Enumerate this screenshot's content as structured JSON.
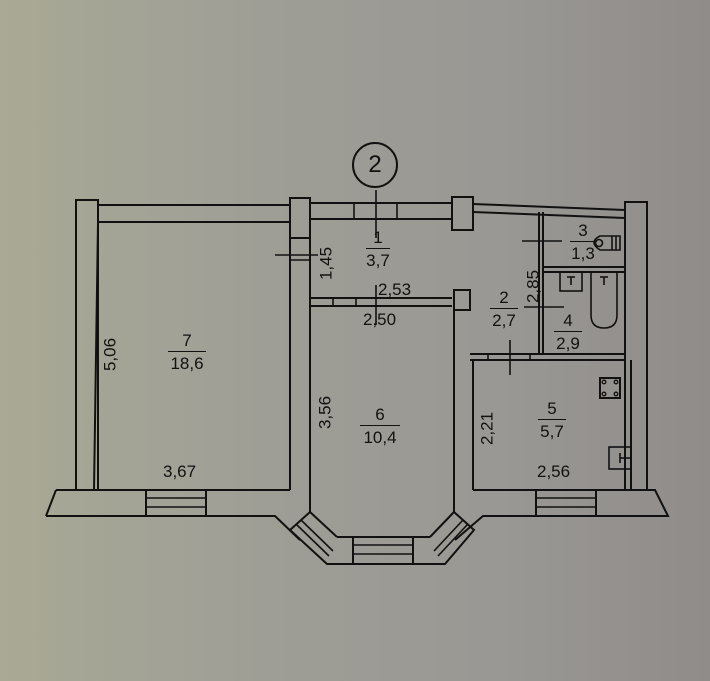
{
  "plan": {
    "section_marker": "2",
    "rooms": [
      {
        "number": "1",
        "area": "3,7"
      },
      {
        "number": "2",
        "area": "2,7"
      },
      {
        "number": "3",
        "area": "1,3"
      },
      {
        "number": "4",
        "area": "2,9"
      },
      {
        "number": "5",
        "area": "5,7"
      },
      {
        "number": "6",
        "area": "10,4"
      },
      {
        "number": "7",
        "area": "18,6"
      }
    ],
    "dimensions": {
      "room1_height": "1,45",
      "room1_width": "2,53",
      "room6_width": "2,50",
      "room6_height": "3,56",
      "room7_height": "5,06",
      "room7_width": "3,67",
      "room2_height": "2,85",
      "room5_height": "2,21",
      "room5_width": "2,56"
    },
    "fixtures": [
      "toilet-icon",
      "sink-icon",
      "bathtub-icon",
      "stove-icon",
      "kitchen-sink-icon"
    ],
    "colors": {
      "line": "#111111",
      "paper": "#9d9c95"
    }
  }
}
